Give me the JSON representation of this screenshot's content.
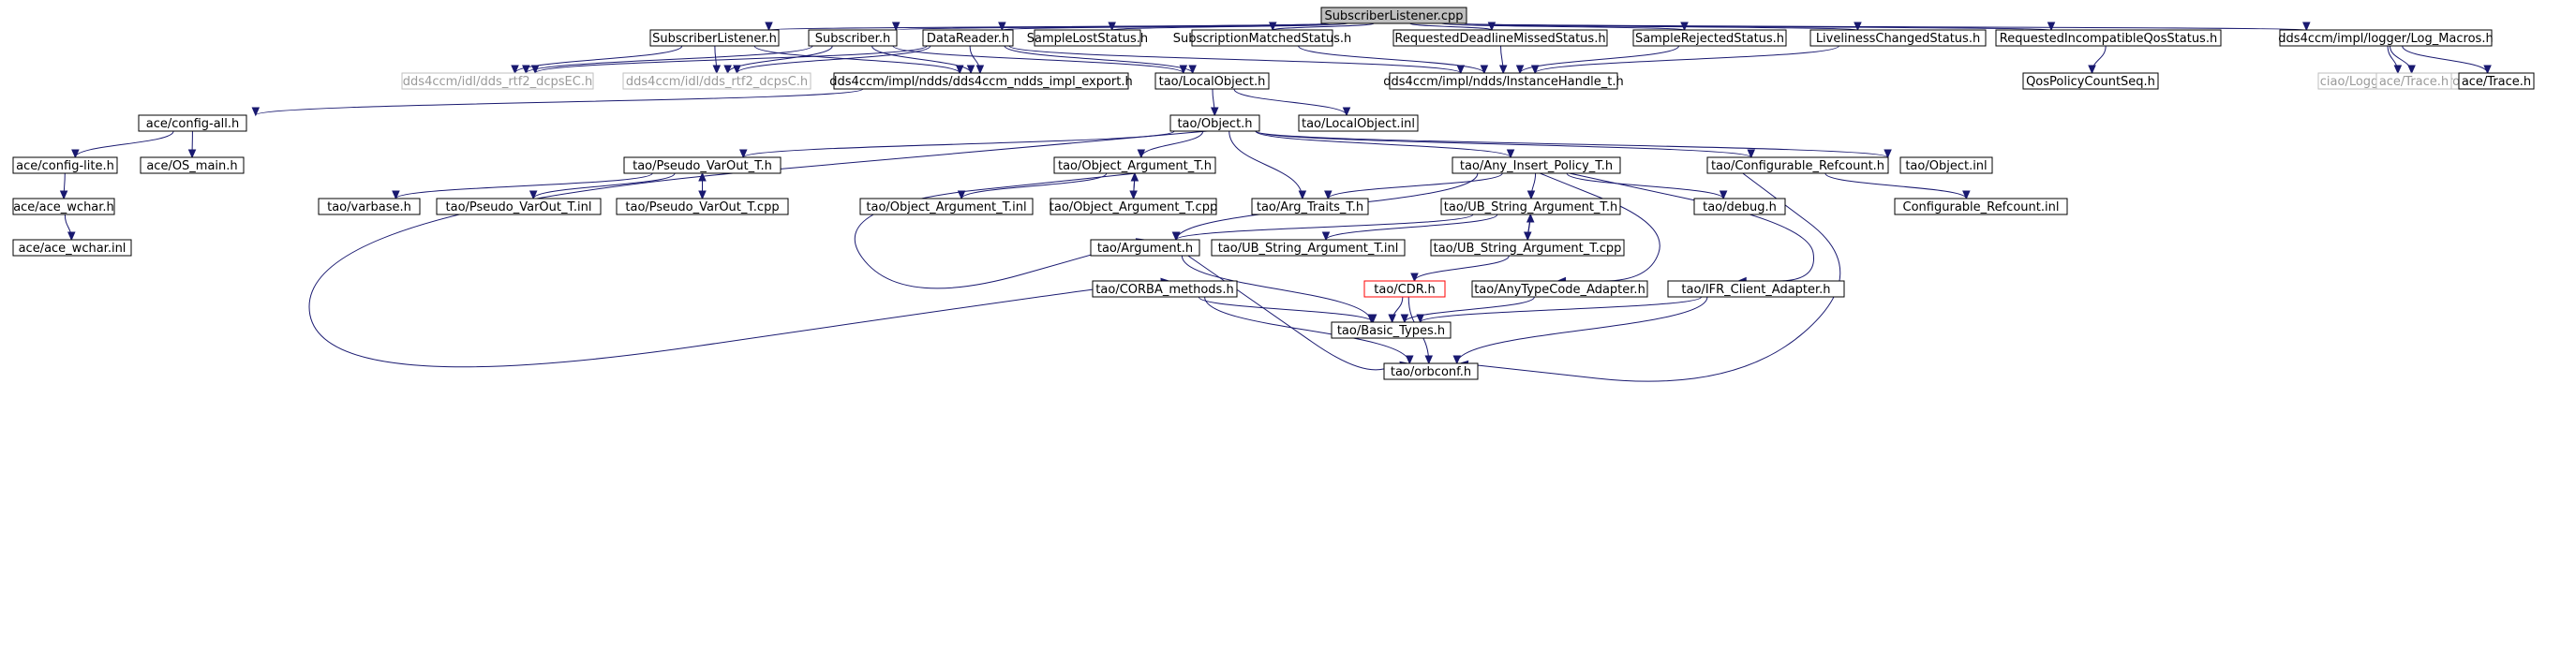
{
  "diagram": {
    "colors": {
      "edge": "#191970",
      "root_fill": "#bfbfbf",
      "faded_border": "#bfbfbf",
      "red_border": "#ff0000"
    },
    "nodes": [
      {
        "id": "root",
        "label": "SubscriberListener.cpp",
        "style": "root"
      },
      {
        "id": "sl_h",
        "label": "SubscriberListener.h",
        "style": "normal"
      },
      {
        "id": "sub_h",
        "label": "Subscriber.h",
        "style": "normal"
      },
      {
        "id": "dr_h",
        "label": "DataReader.h",
        "style": "normal"
      },
      {
        "id": "sls",
        "label": "SampleLostStatus.h",
        "style": "normal"
      },
      {
        "id": "sms",
        "label": "SubscriptionMatchedStatus.h",
        "style": "normal"
      },
      {
        "id": "rdms",
        "label": "RequestedDeadlineMissedStatus.h",
        "style": "normal"
      },
      {
        "id": "srs",
        "label": "SampleRejectedStatus.h",
        "style": "normal"
      },
      {
        "id": "lcs",
        "label": "LivelinessChangedStatus.h",
        "style": "normal"
      },
      {
        "id": "riqs",
        "label": "RequestedIncompatibleQosStatus.h",
        "style": "normal"
      },
      {
        "id": "logm",
        "label": "dds4ccm/impl/logger/Log_Macros.h",
        "style": "normal"
      },
      {
        "id": "dcpsec",
        "label": "dds4ccm/idl/dds_rtf2_dcpsEC.h",
        "style": "faded"
      },
      {
        "id": "dcpsc",
        "label": "dds4ccm/idl/dds_rtf2_dcpsC.h",
        "style": "faded"
      },
      {
        "id": "export",
        "label": "dds4ccm/impl/ndds/dds4ccm_ndds_impl_export.h",
        "style": "normal"
      },
      {
        "id": "locobj",
        "label": "tao/LocalObject.h",
        "style": "normal"
      },
      {
        "id": "ih",
        "label": "dds4ccm/impl/ndds/InstanceHandle_t.h",
        "style": "normal"
      },
      {
        "id": "qpcs",
        "label": "QosPolicyCountSeq.h",
        "style": "normal"
      },
      {
        "id": "ciaolog",
        "label": "ciao/Logger/Log_Macros.h",
        "style": "faded"
      },
      {
        "id": "trace1",
        "label": "ace/Trace.h",
        "style": "faded"
      },
      {
        "id": "trace2",
        "label": "ace/Trace.h",
        "style": "normal"
      },
      {
        "id": "cfgall",
        "label": "ace/config-all.h",
        "style": "normal"
      },
      {
        "id": "taoobj",
        "label": "tao/Object.h",
        "style": "normal"
      },
      {
        "id": "locinl",
        "label": "tao/LocalObject.inl",
        "style": "normal"
      },
      {
        "id": "cfglite",
        "label": "ace/config-lite.h",
        "style": "normal"
      },
      {
        "id": "osmain",
        "label": "ace/OS_main.h",
        "style": "normal"
      },
      {
        "id": "pvot_h",
        "label": "tao/Pseudo_VarOut_T.h",
        "style": "normal"
      },
      {
        "id": "oat_h",
        "label": "tao/Object_Argument_T.h",
        "style": "normal"
      },
      {
        "id": "aipt",
        "label": "tao/Any_Insert_Policy_T.h",
        "style": "normal"
      },
      {
        "id": "cref",
        "label": "tao/Configurable_Refcount.h",
        "style": "normal"
      },
      {
        "id": "objinl",
        "label": "tao/Object.inl",
        "style": "normal"
      },
      {
        "id": "acew",
        "label": "ace/ace_wchar.h",
        "style": "normal"
      },
      {
        "id": "varbase",
        "label": "tao/varbase.h",
        "style": "normal"
      },
      {
        "id": "pvot_inl",
        "label": "tao/Pseudo_VarOut_T.inl",
        "style": "normal"
      },
      {
        "id": "pvot_cpp",
        "label": "tao/Pseudo_VarOut_T.cpp",
        "style": "normal"
      },
      {
        "id": "oat_inl",
        "label": "tao/Object_Argument_T.inl",
        "style": "normal"
      },
      {
        "id": "oat_cpp",
        "label": "tao/Object_Argument_T.cpp",
        "style": "normal"
      },
      {
        "id": "argtr",
        "label": "tao/Arg_Traits_T.h",
        "style": "normal"
      },
      {
        "id": "usat_h",
        "label": "tao/UB_String_Argument_T.h",
        "style": "normal"
      },
      {
        "id": "debug",
        "label": "tao/debug.h",
        "style": "normal"
      },
      {
        "id": "crefinl",
        "label": "Configurable_Refcount.inl",
        "style": "normal"
      },
      {
        "id": "acewinl",
        "label": "ace/ace_wchar.inl",
        "style": "normal"
      },
      {
        "id": "arg",
        "label": "tao/Argument.h",
        "style": "normal"
      },
      {
        "id": "usat_inl",
        "label": "tao/UB_String_Argument_T.inl",
        "style": "normal"
      },
      {
        "id": "usat_cpp",
        "label": "tao/UB_String_Argument_T.cpp",
        "style": "normal"
      },
      {
        "id": "corbam",
        "label": "tao/CORBA_methods.h",
        "style": "normal"
      },
      {
        "id": "cdr",
        "label": "tao/CDR.h",
        "style": "red"
      },
      {
        "id": "atca",
        "label": "tao/AnyTypeCode_Adapter.h",
        "style": "normal"
      },
      {
        "id": "ifr",
        "label": "tao/IFR_Client_Adapter.h",
        "style": "normal"
      },
      {
        "id": "basic",
        "label": "tao/Basic_Types.h",
        "style": "normal"
      },
      {
        "id": "orbconf",
        "label": "tao/orbconf.h",
        "style": "normal"
      }
    ]
  }
}
